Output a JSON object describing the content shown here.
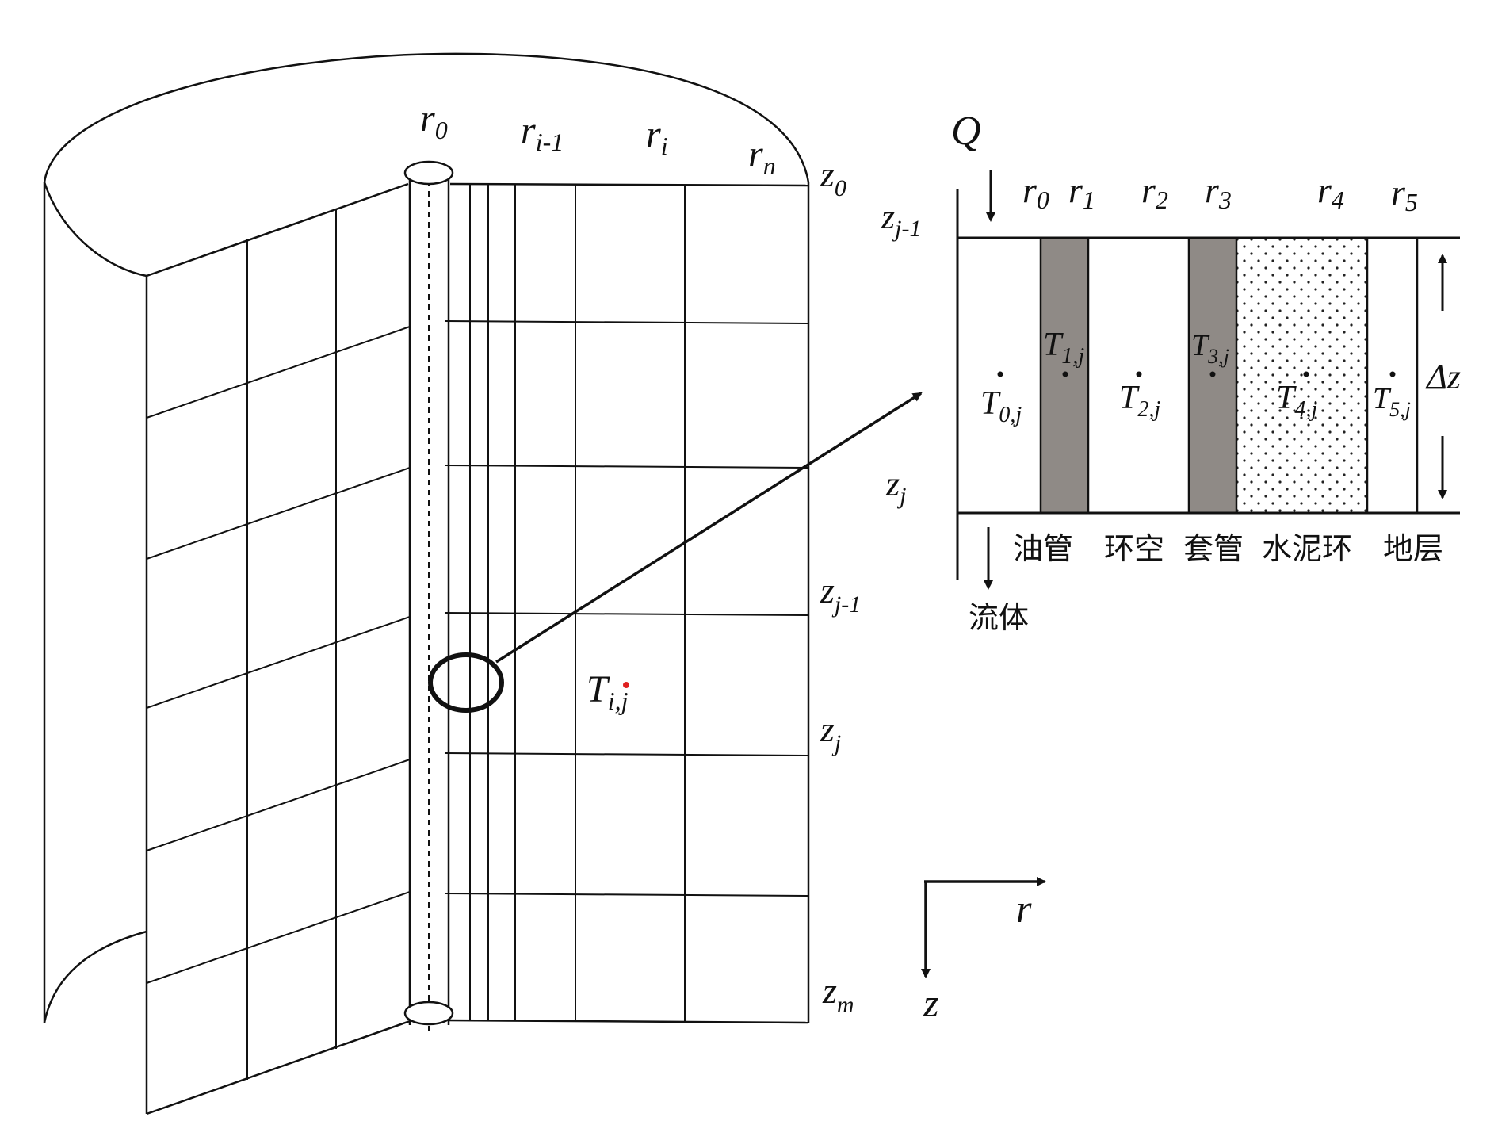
{
  "left": {
    "radial_labels": [
      {
        "main": "r",
        "sub": "0"
      },
      {
        "main": "r",
        "sub": "i-1"
      },
      {
        "main": "r",
        "sub": "i"
      },
      {
        "main": "r",
        "sub": "n"
      }
    ],
    "depth_labels": [
      {
        "main": "z",
        "sub": "0"
      },
      {
        "main": "z",
        "sub": "j-1"
      },
      {
        "main": "z",
        "sub": "j"
      },
      {
        "main": "z",
        "sub": "m"
      }
    ],
    "node": {
      "main": "T",
      "sub": "i,j"
    }
  },
  "right": {
    "flow_label": "Q",
    "radii": [
      {
        "main": "r",
        "sub": "0"
      },
      {
        "main": "r",
        "sub": "1"
      },
      {
        "main": "r",
        "sub": "2"
      },
      {
        "main": "r",
        "sub": "3"
      },
      {
        "main": "r",
        "sub": "4"
      },
      {
        "main": "r",
        "sub": "5"
      }
    ],
    "depth_top": {
      "main": "z",
      "sub": "j-1"
    },
    "depth_bottom": {
      "main": "z",
      "sub": "j"
    },
    "temps": [
      {
        "main": "T",
        "sub": "0,j"
      },
      {
        "main": "T",
        "sub": "1,j"
      },
      {
        "main": "T",
        "sub": "2,j"
      },
      {
        "main": "T",
        "sub": "3,j"
      },
      {
        "main": "T",
        "sub": "4,j"
      },
      {
        "main": "T",
        "sub": "5,j"
      }
    ],
    "dz_label": "Δz",
    "layer_names": [
      "油管",
      "环空",
      "套管",
      "水泥环",
      "地层"
    ],
    "fluid_label": "流体",
    "wall_color": "#8f8a86"
  },
  "axes": {
    "r_label": "r",
    "z_label": "z"
  }
}
